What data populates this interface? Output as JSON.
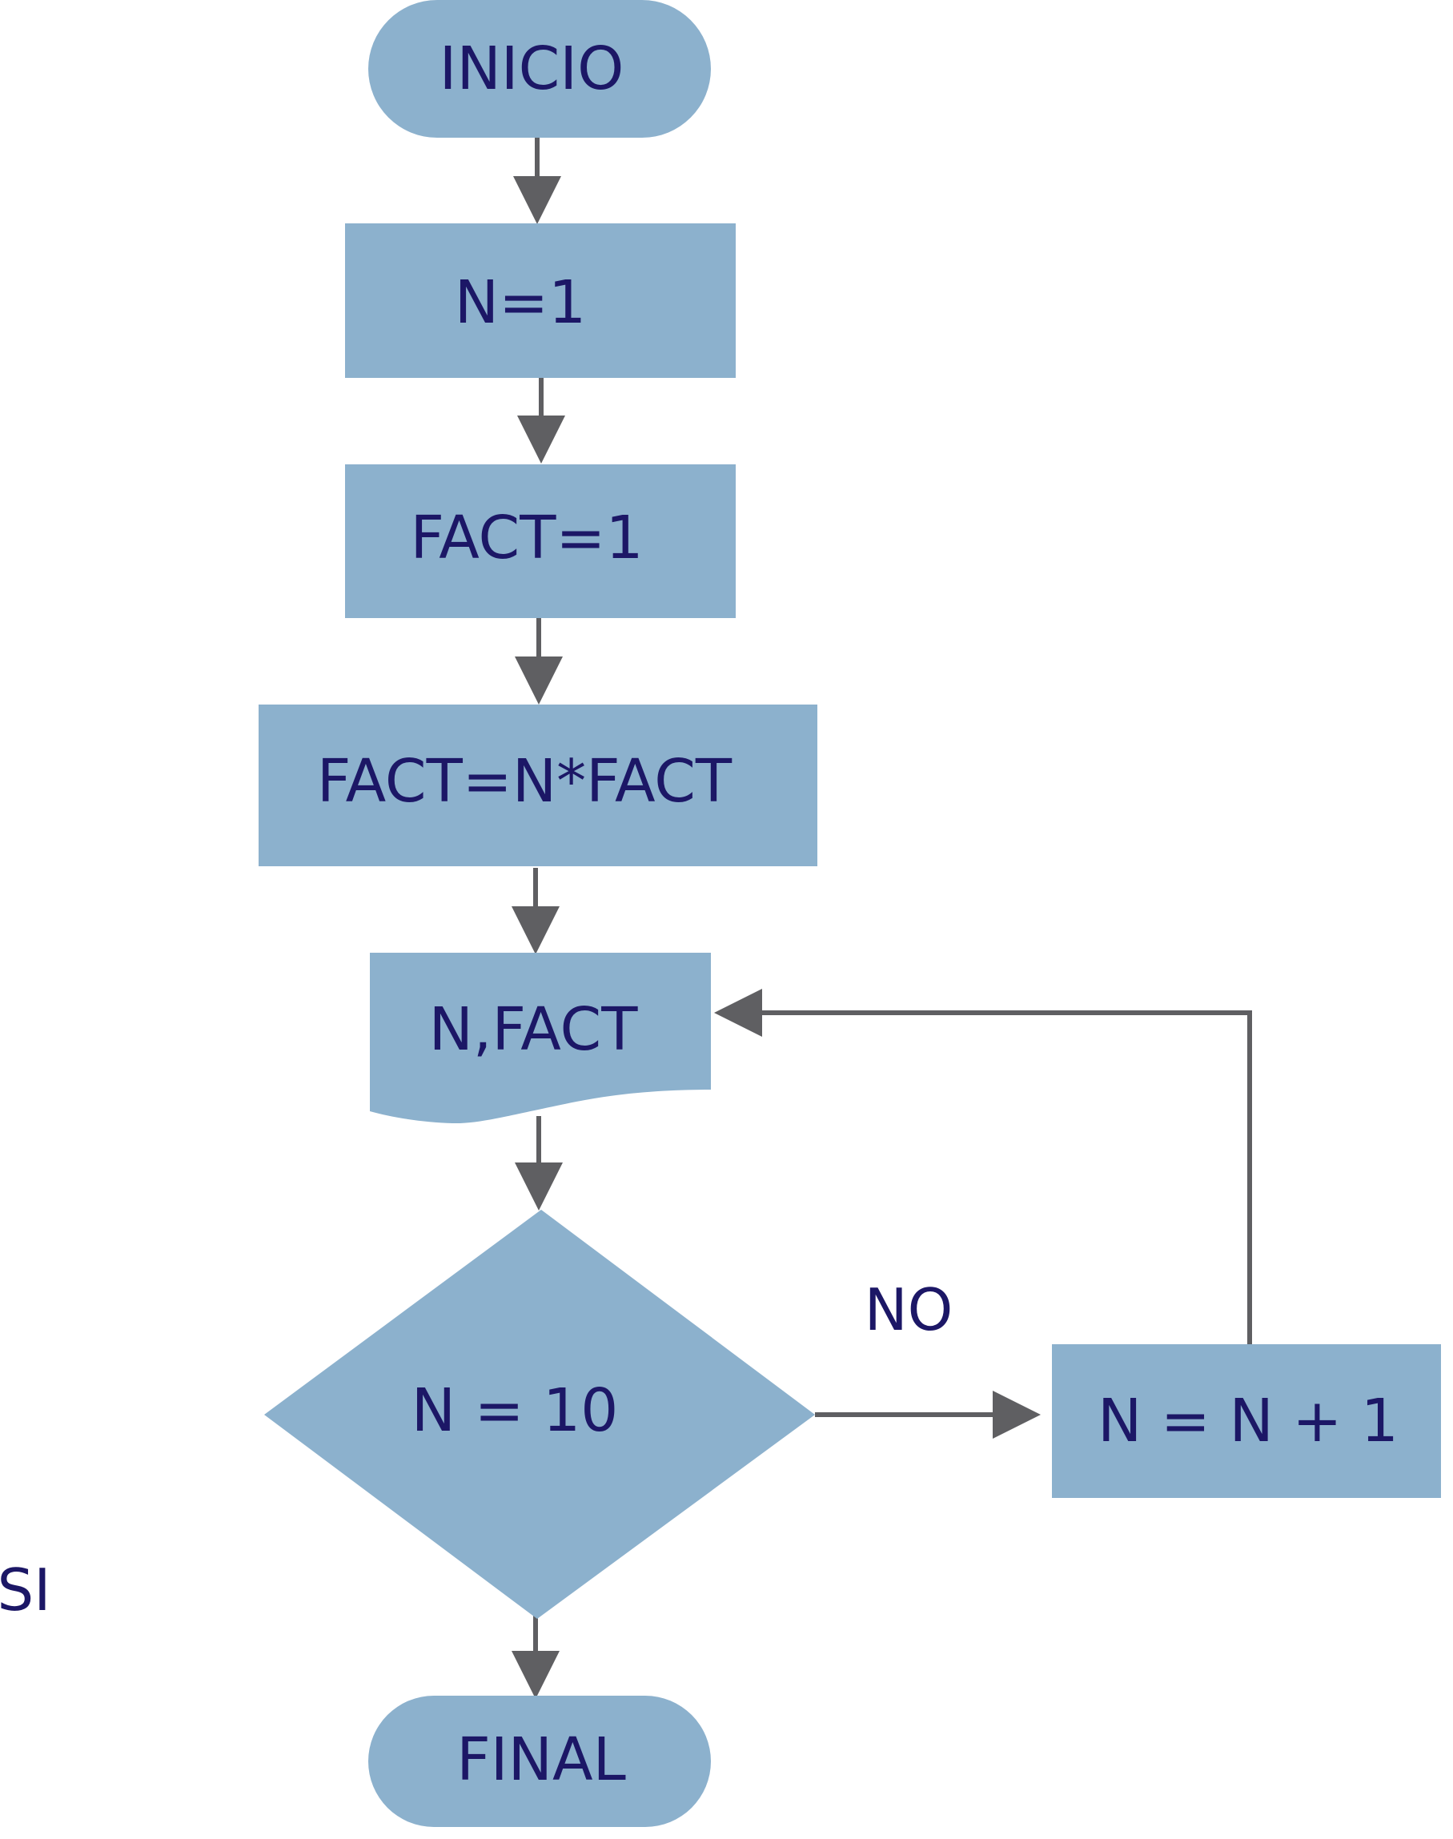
{
  "diagram": {
    "colors": {
      "node_fill": "#8cb1cd",
      "text": "#1c1766",
      "arrow": "#5f5f62"
    },
    "nodes": {
      "start": {
        "shape": "terminal",
        "label": "INICIO"
      },
      "init_n": {
        "shape": "process",
        "label": "N=1"
      },
      "init_fact": {
        "shape": "process",
        "label": "FACT=1"
      },
      "compute": {
        "shape": "process",
        "label": "FACT=N*FACT"
      },
      "output": {
        "shape": "document",
        "label": "N,FACT"
      },
      "decision": {
        "shape": "decision",
        "label": "N = 10"
      },
      "increment": {
        "shape": "process",
        "label": "N = N + 1"
      },
      "end": {
        "shape": "terminal",
        "label": "FINAL"
      }
    },
    "branches": {
      "no": "NO",
      "yes": "SI"
    },
    "edges": [
      {
        "from": "start",
        "to": "init_n"
      },
      {
        "from": "init_n",
        "to": "init_fact"
      },
      {
        "from": "init_fact",
        "to": "compute"
      },
      {
        "from": "compute",
        "to": "output"
      },
      {
        "from": "output",
        "to": "decision"
      },
      {
        "from": "decision",
        "to": "increment",
        "label": "NO"
      },
      {
        "from": "increment",
        "to": "output"
      },
      {
        "from": "decision",
        "to": "end",
        "label": "SI"
      }
    ]
  }
}
